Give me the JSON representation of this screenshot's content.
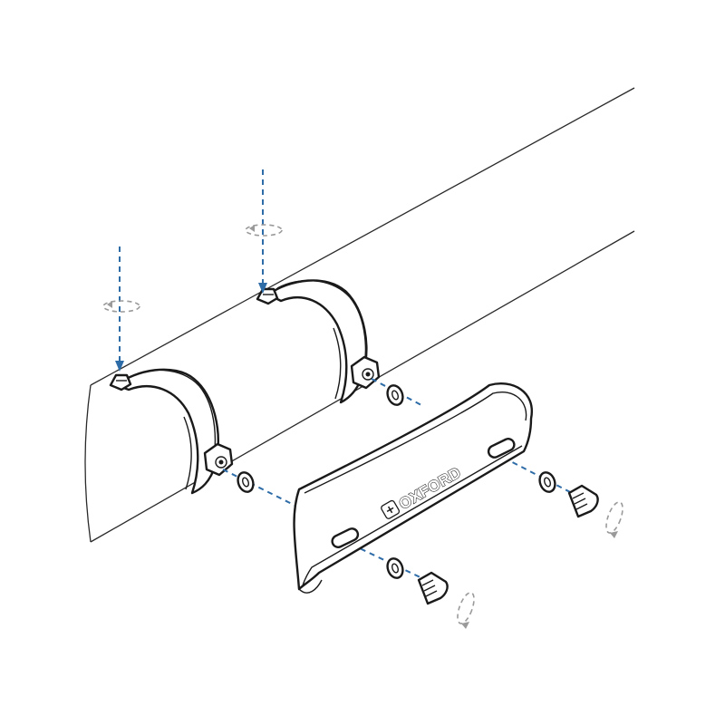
{
  "guard": {
    "logo_text": "OXFORD"
  },
  "colors": {
    "guide_line": "#2e6ca8",
    "rotation_hint": "#9a9a9a",
    "outline": "#1a1a1a",
    "background": "#ffffff"
  },
  "parts": {
    "clamps": 2,
    "washers": 4,
    "bolts": 2,
    "guard_plates": 1
  }
}
